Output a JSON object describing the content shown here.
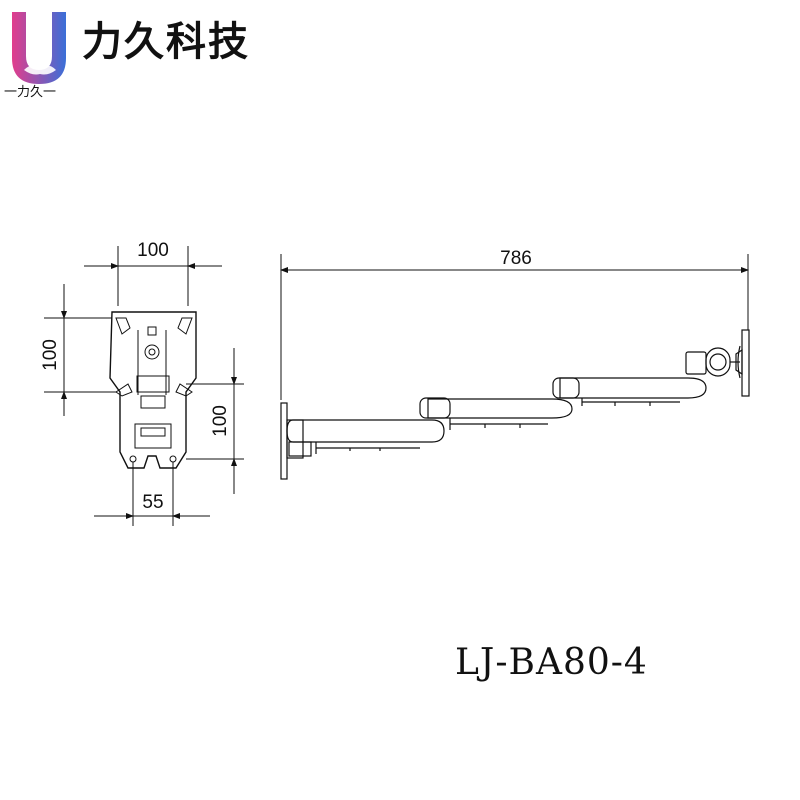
{
  "brand": {
    "name": "力久科技",
    "sub_label": "一力久一",
    "logo_colors": {
      "left": "#e23d8c",
      "right": "#3a6fd8",
      "hands": "#ffffff"
    }
  },
  "dimensions": {
    "plate_width": "100",
    "plate_height_left": "100",
    "plate_height_right": "100",
    "bottom_width": "55",
    "arm_length": "786"
  },
  "model": "LJ-BA80-4"
}
